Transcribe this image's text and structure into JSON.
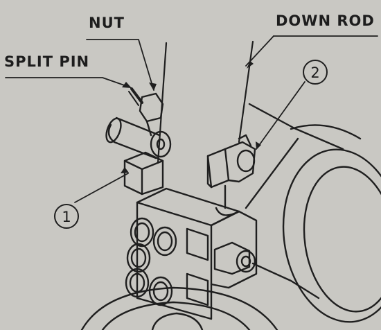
{
  "labels": {
    "nut": "NUT",
    "split_pin": "SPLIT PIN",
    "down_rod": "DOWN ROD"
  },
  "callouts": [
    "1",
    "2"
  ]
}
